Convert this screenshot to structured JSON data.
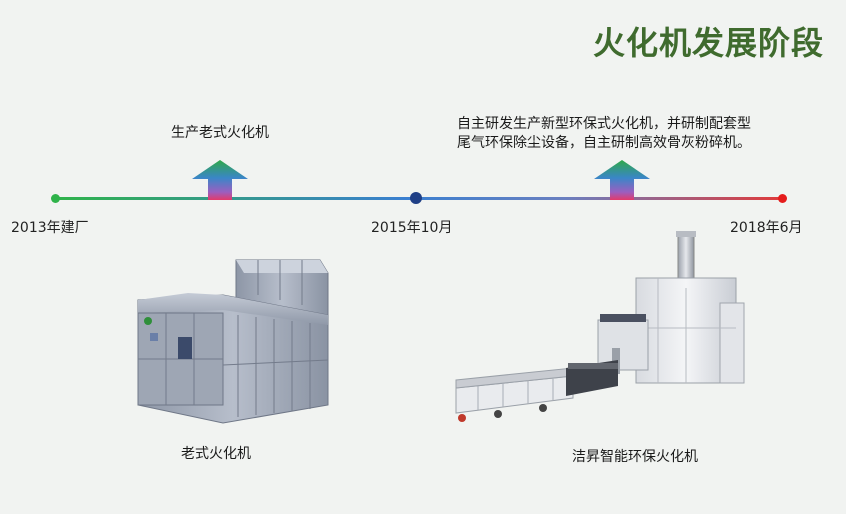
{
  "title": "火化机发展阶段",
  "timeline": {
    "dates": [
      "2013年建厂",
      "2015年10月",
      "2018年6月"
    ]
  },
  "events": {
    "old_machine": "生产老式火化机",
    "new_machine_line1": "自主研发生产新型环保式火化机，并研制配套型",
    "new_machine_line2": "尾气环保除尘设备，自主研制高效骨灰粉碎机。"
  },
  "captions": {
    "old": "老式火化机",
    "new": "洁昇智能环保火化机"
  },
  "colors": {
    "title": "#3f6b2e",
    "start_dot": "#2fb34a",
    "mid_dot": "#1f3f86",
    "end_dot": "#e51c1c"
  }
}
